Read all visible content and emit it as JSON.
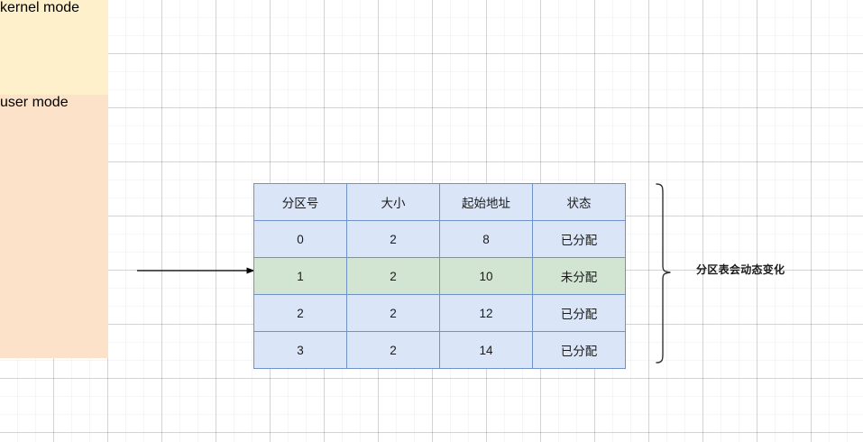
{
  "diagram": {
    "mode_boxes": [
      {
        "id": "kernel-mode",
        "label": "kernel mode",
        "fill": "#fdf0ca",
        "border": "#c8921a"
      },
      {
        "id": "user-mode",
        "label": "user mode",
        "fill": "#fce2c8",
        "border": "#c8921a"
      }
    ],
    "arrow": {
      "name": "user-mode-to-partition-table-arrow",
      "color": "#000000"
    },
    "partition_table": {
      "headers": [
        "分区号",
        "大小",
        "起始地址",
        "状态"
      ],
      "rows": [
        {
          "partition": "0",
          "size": "2",
          "start_address": "8",
          "status": "已分配",
          "highlight": false
        },
        {
          "partition": "1",
          "size": "2",
          "start_address": "10",
          "status": "未分配",
          "highlight": true
        },
        {
          "partition": "2",
          "size": "2",
          "start_address": "12",
          "status": "已分配",
          "highlight": false
        },
        {
          "partition": "3",
          "size": "2",
          "start_address": "14",
          "status": "已分配",
          "highlight": false
        }
      ],
      "colors": {
        "cell_fill": "#dae5f7",
        "highlight_fill": "#d2e5d2",
        "border": "#6f93c8"
      }
    },
    "annotation": {
      "text": "分区表会动态变化",
      "brace_color": "#333333"
    }
  }
}
